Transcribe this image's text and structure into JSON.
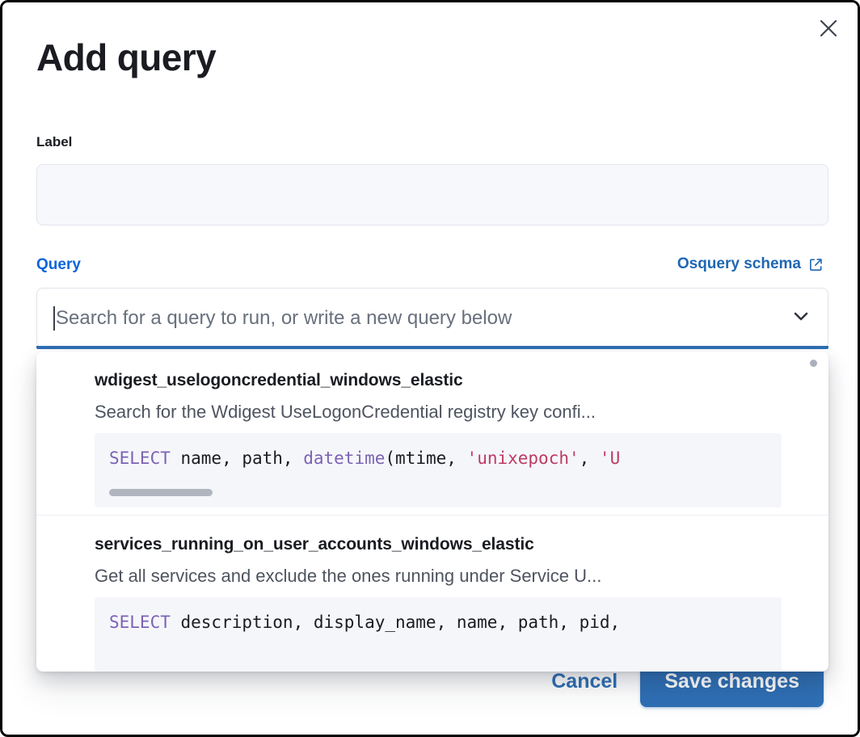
{
  "modal": {
    "title": "Add query",
    "close_icon": "close-icon"
  },
  "label_field": {
    "label": "Label",
    "value": "",
    "placeholder": ""
  },
  "query_field": {
    "label": "Query",
    "schema_link_text": "Osquery schema",
    "schema_link_icon": "external-link-icon",
    "combo_placeholder": "Search for a query to run, or write a new query below",
    "combo_value": "",
    "chevron_icon": "chevron-down-icon"
  },
  "dropdown": {
    "options": [
      {
        "title": "wdigest_uselogoncredential_windows_elastic",
        "description": "Search for the Wdigest UseLogonCredential registry key confi...",
        "code_tokens": [
          {
            "t": "SELECT",
            "c": "kw"
          },
          {
            "t": " name, path, ",
            "c": "plain"
          },
          {
            "t": "datetime",
            "c": "fn"
          },
          {
            "t": "(mtime, ",
            "c": "plain"
          },
          {
            "t": "'unixepoch'",
            "c": "str"
          },
          {
            "t": ", ",
            "c": "plain"
          },
          {
            "t": "'U",
            "c": "str"
          }
        ],
        "code_text": "SELECT name, path, datetime(mtime, 'unixepoch', 'U",
        "has_scrollbar": true
      },
      {
        "title": "services_running_on_user_accounts_windows_elastic",
        "description": "Get all services and exclude the ones running under Service U...",
        "code_tokens": [
          {
            "t": "SELECT",
            "c": "kw"
          },
          {
            "t": " description, display_name, name, path, pid,",
            "c": "plain"
          }
        ],
        "code_text": "SELECT description, display_name, name, path, pid,",
        "has_scrollbar": false
      }
    ]
  },
  "footer": {
    "cancel_label": "Cancel",
    "save_label": "Save changes"
  },
  "colors": {
    "accent_blue": "#2f6fb4",
    "link_blue": "#0b64dd",
    "text_dark": "#1a1c21",
    "sql_keyword": "#7c62b4",
    "sql_string": "#bd3b62",
    "code_bg": "#f5f6fa"
  }
}
